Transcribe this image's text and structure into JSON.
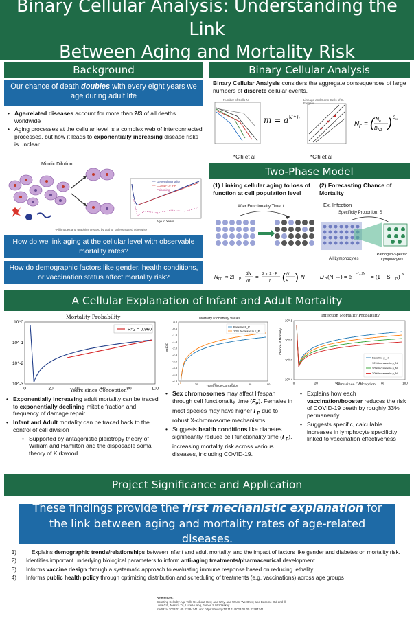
{
  "title": {
    "line1": "Binary Cellular Analysis: Understanding the Link",
    "line2": "Between Aging and Mortality Risk"
  },
  "background": {
    "heading": "Background",
    "lead_pre": "Our chance of death ",
    "lead_em": "doubles",
    "lead_post": " with every eight years we age during adult life",
    "b1_strong": "Age-related diseases",
    "b1_text": " account for more than ",
    "b1_strong2": "2/3",
    "b1_post": " of all deaths worldwide",
    "b2_text": "Aging processes at the cellular level is a complex web of interconnected processes, but how it leads to ",
    "b2_strong": "exponentially increasing",
    "b2_post": " disease risks is unclear",
    "fig_label": "Mitotic Dilution",
    "legend": [
      "General Mortality",
      "COVID-19 IFR",
      "Poisoning"
    ],
    "x_label": "Age in Years",
    "caption": "*All images and graphics created by author unless stated otherwise",
    "q1": "How do we link aging at the cellular level with observable mortality rates?",
    "q2": "How do demographic factors like gender, health conditions, or vaccination status affect mortality risk?"
  },
  "bca": {
    "heading": "Binary Cellular Analysis",
    "text_strong": "Binary Cellular Analysis",
    "text_pre": " considers the aggregate consequences of large numbers of ",
    "text_strong2": "discrete",
    "text_post": " cellular events.",
    "fig1_title": "Number of Cells N",
    "fig2_title": "Lineage and Germ Cells of C. Elegans",
    "eq1": "m = a",
    "eq1_sup": "N^b",
    "eq2": "N_F = (N_e / B_N1)^S_N",
    "cite1": "*Citi et al",
    "cite2": "*Citi et al"
  },
  "twophase": {
    "heading": "Two-Phase Model",
    "h1": "(1) Linking cellular aging to loss of function at cell population level",
    "h2": "(2) Forecasting Chance of Mortality",
    "ex": "Ex. Infection",
    "after_label": "After Functionality Time, t",
    "spec_label": "Specificity Proportion: S",
    "all_label": "All Lymphocytes",
    "pathogen_label": "Pathogen-Specific Lymphocytes",
    "eq_left": "N_FF ≈ 2F_P ⋯ dN_P/dt = 2 ln 2 · F_P / t_P (N_e / B_N1)^(t_P/t_e) N^F_P",
    "eq_right": "D_P(N_FF) = e^(−...) = (1 − S_P)^N_FF"
  },
  "cellular": {
    "heading": "A Cellular Explanation of Infant and Adult Mortality",
    "chart1": {
      "title": "Mortality Probability",
      "xlabel": "Years since Conception",
      "legend": "R^2 = 0.960",
      "xticks": [
        "0",
        "20",
        "40",
        "60",
        "80",
        "100"
      ],
      "yticks": [
        "10^0",
        "10^-1",
        "10^-2",
        "10^-3"
      ]
    },
    "chart2": {
      "title": "Mortality Probability Values",
      "xlabel": "Years since Conception",
      "ylabel": "log10 D",
      "legend": [
        "Baseline F_P",
        "10% decrease in F_P"
      ],
      "xticks": [
        "0",
        "20",
        "40",
        "60",
        "80",
        "100"
      ],
      "yticks": [
        "0.0",
        "-0.5",
        "-1.0",
        "-1.5",
        "-2.0",
        "-2.5",
        "-3.0",
        "-3.5",
        "-4.0",
        "-4.5"
      ]
    },
    "chart3": {
      "title": "Infection Mortality Probability",
      "xlabel": "Years since Conception",
      "ylabel": "Chance of Mortality",
      "legend": [
        "Baseline p_N",
        "10% increase in p_N",
        "20% increase in p_N",
        "30% increase in p_N"
      ],
      "xticks": [
        "0",
        "20",
        "40",
        "60",
        "80",
        "100"
      ],
      "yticks": [
        "10^-1",
        "10^-2",
        "10^-3",
        "10^-4"
      ]
    },
    "col1": {
      "b1_strong": "Exponentially increasing",
      "b1_mid": " adult mortality can be traced to ",
      "b1_strong2": "exponentially declining",
      "b1_post": " mitotic fraction and frequency of damage repair",
      "b2_strong": "Infant and Adult",
      "b2_post": " mortality can be traced back to the control of cell division",
      "sub": "Supported by antagonistic pleiotropy theory of William and Hamilton and the disposable soma theory of Kirkwood"
    },
    "col2": {
      "b1_strong": "Sex chromosomes",
      "b1_mid": " may affect lifespan through cell functionality time (",
      "b1_fp": "F",
      "b1_fp_sub": "P",
      "b1_post": "). Females in most species may have higher ",
      "b1_fp2": "F",
      "b1_fp2_sub": "P",
      "b1_end": " due to robust X-chromosome mechanisms.",
      "b2_pre": "Suggests ",
      "b2_strong": "health conditions",
      "b2_mid": " like diabetes significantly reduce cell functionality time (",
      "b2_fp": "F",
      "b2_fp_sub": "P",
      "b2_post": "), increasing mortality risk across various diseases, including COVID-19."
    },
    "col3": {
      "b1_pre": "Explains how each ",
      "b1_strong": "vaccination/booster",
      "b1_post": " reduces the risk of COVID-19 death by roughly 33% permanently",
      "b2": "Suggests specific, calculable increases in lymphocyte specificity linked to vaccination effectiveness"
    }
  },
  "project": {
    "heading": "Project Significance and Application",
    "lead_pre": "These findings provide the ",
    "lead_em": "first mechanistic explanation",
    "lead_post": " for the link between aging and mortality rates of age-related diseases.",
    "items": [
      {
        "n": "1)",
        "pre": "Explains ",
        "strong": "demographic trends/relationships",
        "post": " between infant and adult mortality, and the impact of factors like gender and diabetes on mortality risk."
      },
      {
        "n": "2)",
        "pre": "Identifies important underlying biological parameters to inform ",
        "strong": "anti-aging treatments/pharmaceutical",
        "post": " development"
      },
      {
        "n": "3)",
        "pre": "Informs ",
        "strong": "vaccine design",
        "post": " through a systematic approach to evaluating immune response based on reducing lethality"
      },
      {
        "n": "4)",
        "pre": "Informs ",
        "strong": "public health policy",
        "post": " through optimizing distribution and scheduling of treatments (e.g. vaccinations) across age groups"
      }
    ]
  },
  "refs": {
    "heading": "References:",
    "line1": "Counting Cells by Age Tells Us About How, and Why, and When, We Grow, and Become Old and Ill",
    "line2": "Luca Citi, Jessica Tu, Luke Huang, James S McClaskey",
    "line3": "medRxiv 2023.01.05.23284241; doi: https://doi.org/10.1101/2023.01.05.23284241"
  },
  "colors": {
    "green": "#1f6b47",
    "blue": "#1e6aa6"
  }
}
